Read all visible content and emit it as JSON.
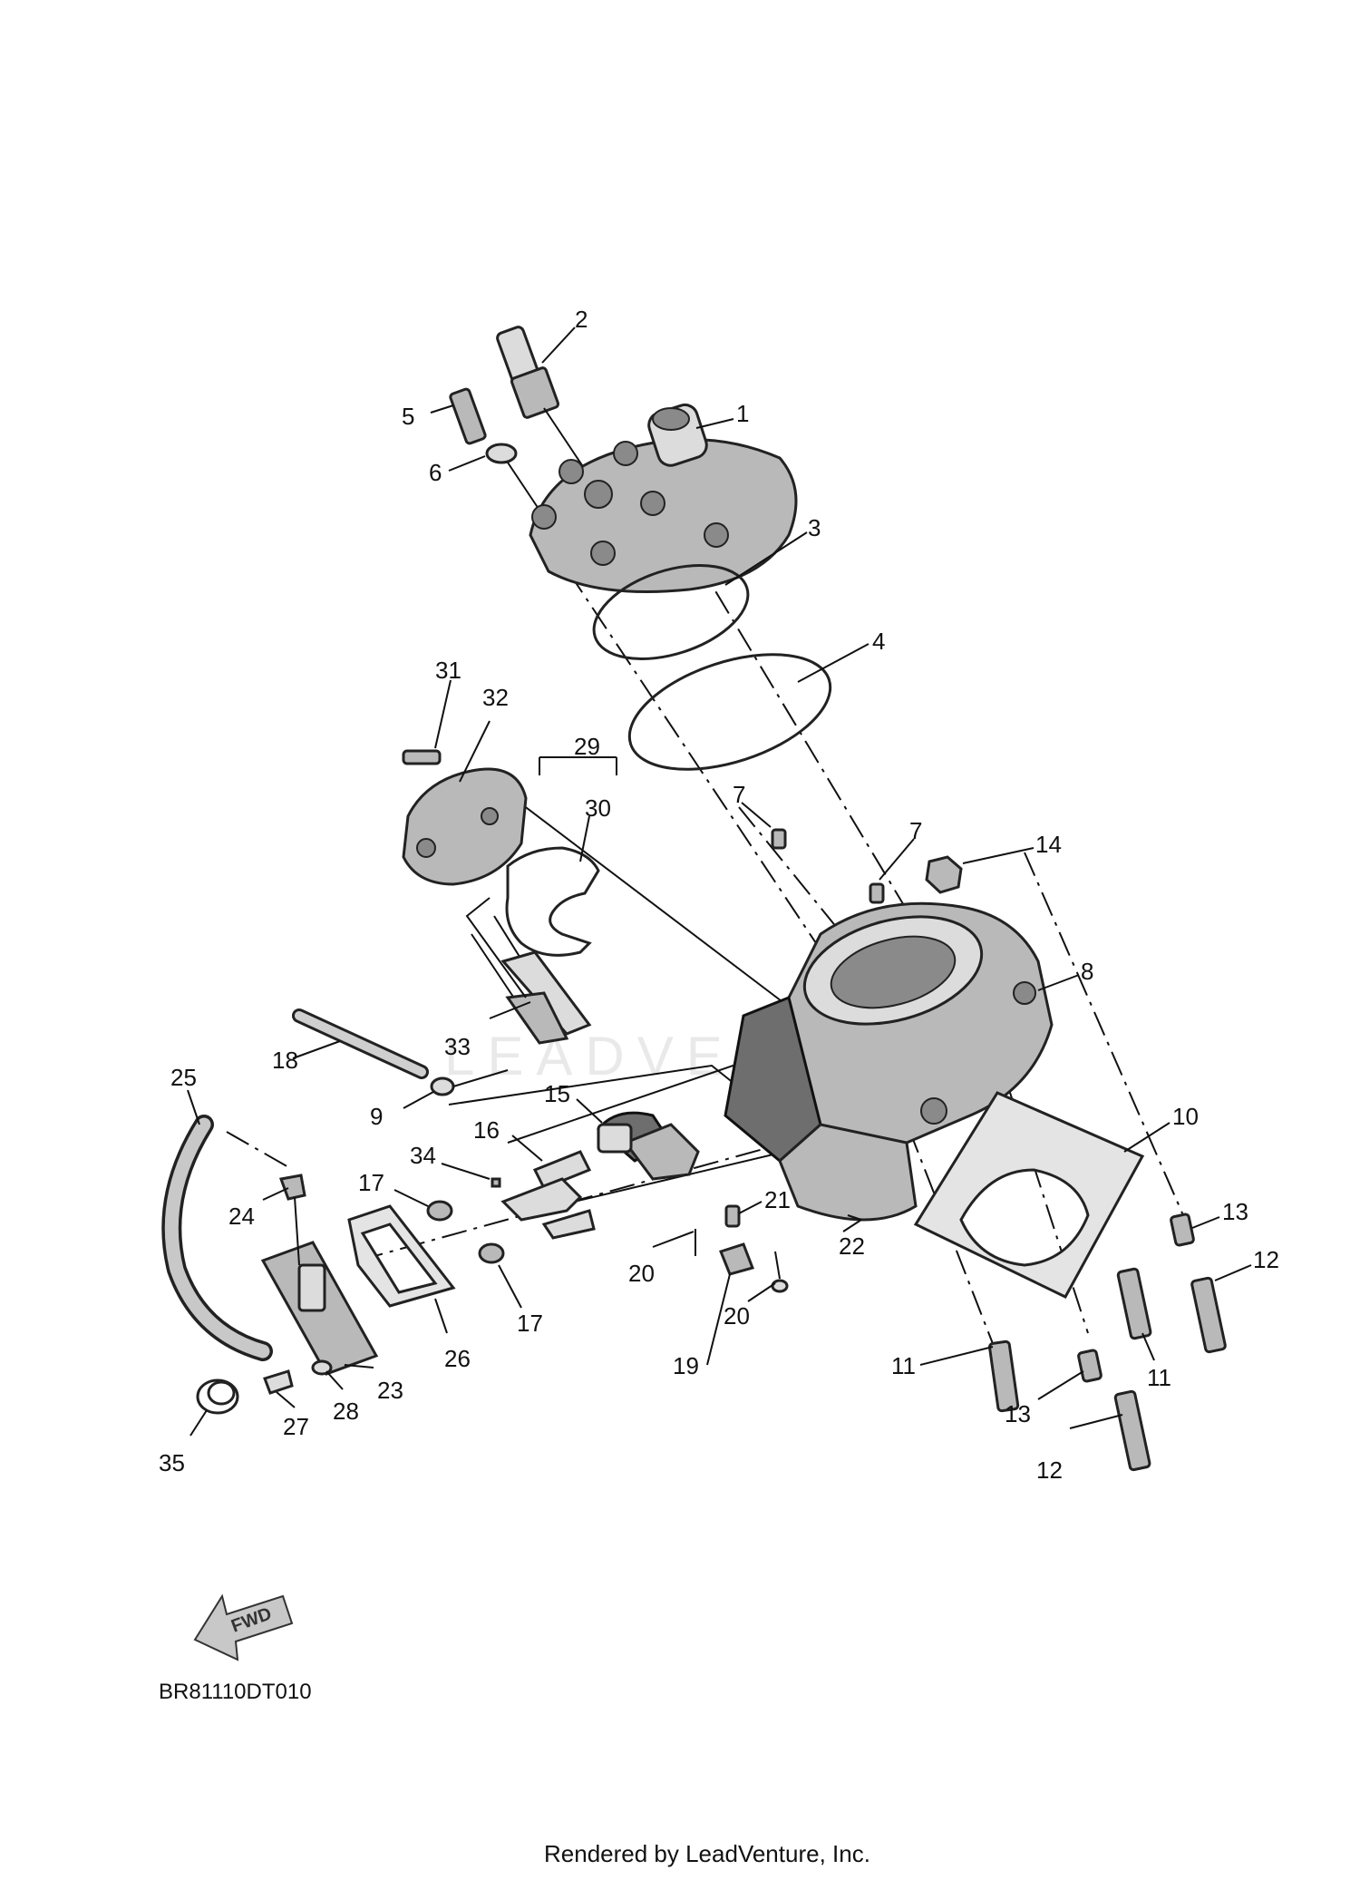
{
  "diagram": {
    "code": "BR81110DT010",
    "rendered_by": "Rendered by LeadVenture, Inc.",
    "watermark": "LEADVENTURE",
    "fwd_label": "FWD",
    "callouts": [
      {
        "id": "c1",
        "label": "1"
      },
      {
        "id": "c2",
        "label": "2"
      },
      {
        "id": "c3",
        "label": "3"
      },
      {
        "id": "c4",
        "label": "4"
      },
      {
        "id": "c5",
        "label": "5"
      },
      {
        "id": "c6",
        "label": "6"
      },
      {
        "id": "c7a",
        "label": "7"
      },
      {
        "id": "c7b",
        "label": "7"
      },
      {
        "id": "c8",
        "label": "8"
      },
      {
        "id": "c9",
        "label": "9"
      },
      {
        "id": "c10",
        "label": "10"
      },
      {
        "id": "c11a",
        "label": "11"
      },
      {
        "id": "c11b",
        "label": "11"
      },
      {
        "id": "c12a",
        "label": "12"
      },
      {
        "id": "c12b",
        "label": "12"
      },
      {
        "id": "c13a",
        "label": "13"
      },
      {
        "id": "c13b",
        "label": "13"
      },
      {
        "id": "c14",
        "label": "14"
      },
      {
        "id": "c15",
        "label": "15"
      },
      {
        "id": "c16",
        "label": "16"
      },
      {
        "id": "c17a",
        "label": "17"
      },
      {
        "id": "c17b",
        "label": "17"
      },
      {
        "id": "c18",
        "label": "18"
      },
      {
        "id": "c19",
        "label": "19"
      },
      {
        "id": "c20a",
        "label": "20"
      },
      {
        "id": "c20b",
        "label": "20"
      },
      {
        "id": "c21",
        "label": "21"
      },
      {
        "id": "c22",
        "label": "22"
      },
      {
        "id": "c23",
        "label": "23"
      },
      {
        "id": "c24",
        "label": "24"
      },
      {
        "id": "c25",
        "label": "25"
      },
      {
        "id": "c26",
        "label": "26"
      },
      {
        "id": "c27",
        "label": "27"
      },
      {
        "id": "c28",
        "label": "28"
      },
      {
        "id": "c29",
        "label": "29"
      },
      {
        "id": "c30",
        "label": "30"
      },
      {
        "id": "c31",
        "label": "31"
      },
      {
        "id": "c32",
        "label": "32"
      },
      {
        "id": "c33",
        "label": "33"
      },
      {
        "id": "c34",
        "label": "34"
      },
      {
        "id": "c35",
        "label": "35"
      }
    ]
  }
}
